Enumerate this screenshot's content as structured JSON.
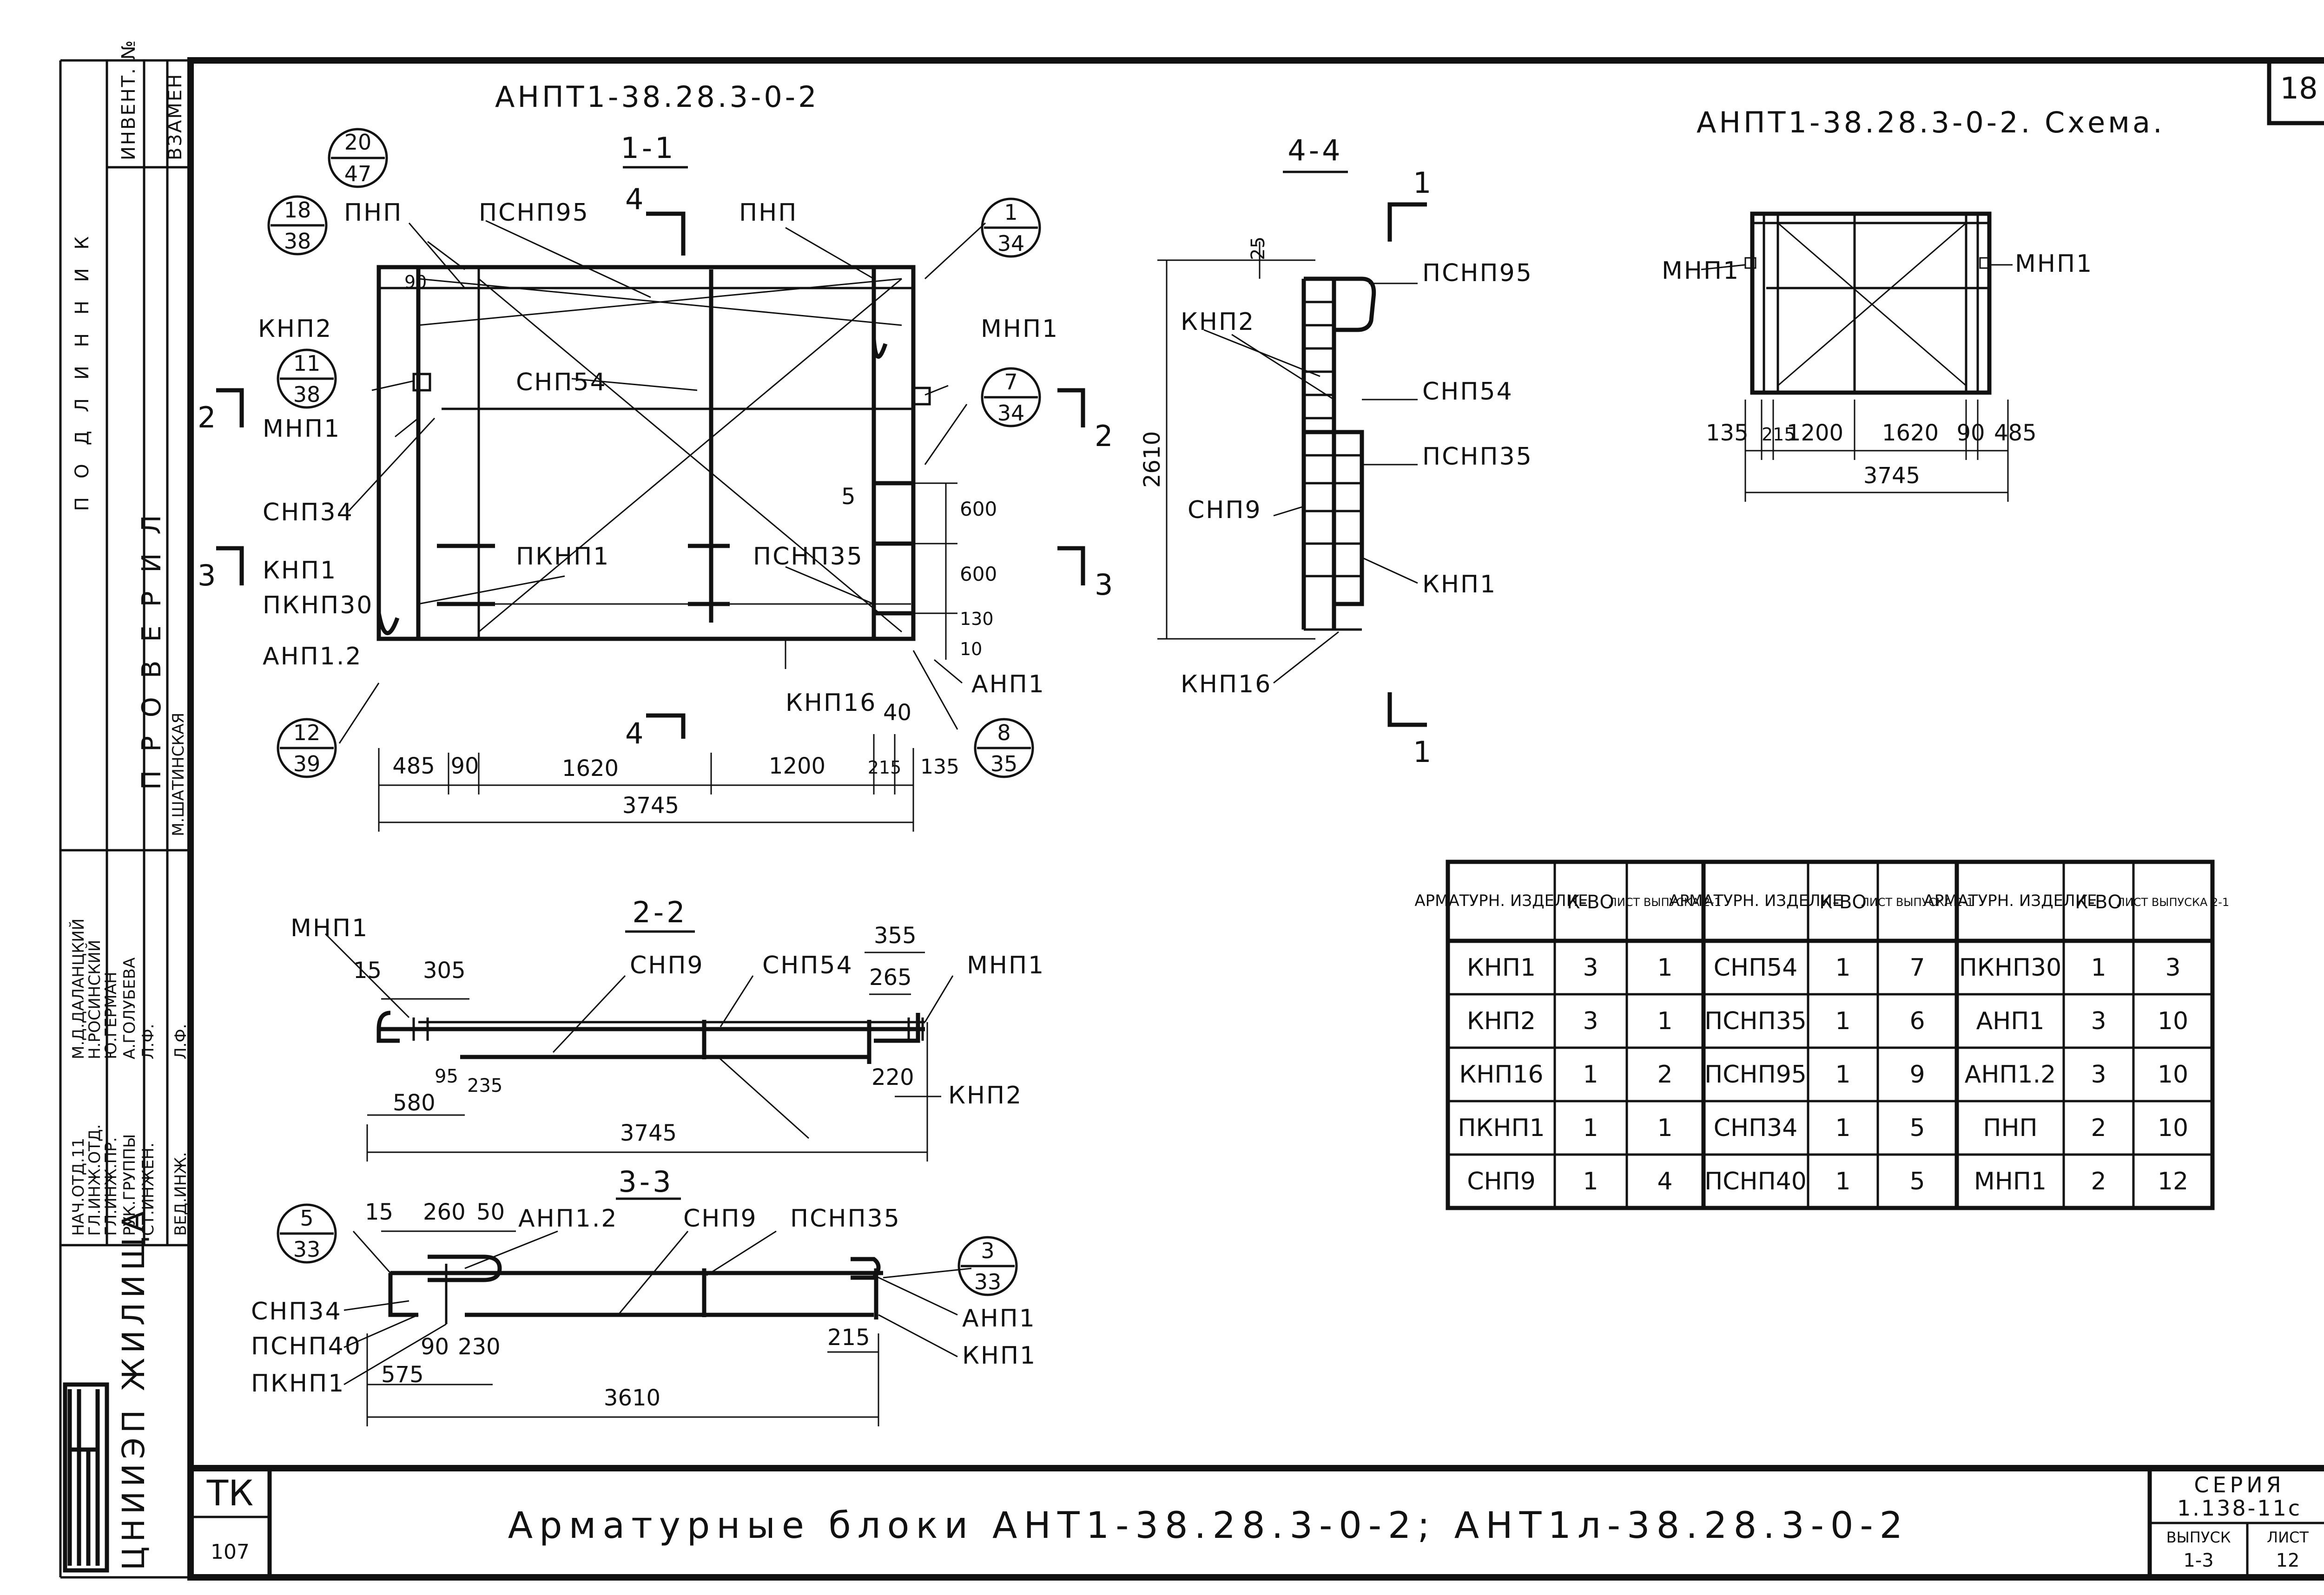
{
  "sheet": {
    "number": "18",
    "bottom_title": "Арматурные блоки АНТ1-38.28.3-0-2; АНТ1л-38.28.3-0-2",
    "tk": "ТК",
    "tk_sub": "107",
    "series_label": "СЕРИЯ",
    "series_value": "1.138-11с",
    "issue_label": "ВЫПУСК",
    "issue_value": "1-3",
    "page_label": "ЛИСТ",
    "page_value": "12"
  },
  "stamp": {
    "org": "ЦНИИЭП ЖИЛИЩА",
    "top_cells": [
      "ИНВЕНТ. №",
      "ВЗАМЕН"
    ],
    "top_misc": "ПОДЛИННИК",
    "checked": "ПРОВЕРИЛ",
    "checked_by": "М.ШАТИНСКАЯ",
    "roles": [
      {
        "role": "НАЧ.ОТД.11",
        "name": "М.Д.ДАЛАНЦКИЙ"
      },
      {
        "role": "ГЛ.ИНЖ.ОТД.",
        "name": "Н.РОСИНСКИЙ"
      },
      {
        "role": "ГЛ.ИНЖ.ПР.",
        "name": "Ю.ГЕРМАН"
      },
      {
        "role": "РУК.ГРУППЫ",
        "name": "А.ГОЛУБЕВА"
      },
      {
        "role": "СТ.ИНЖЕН.",
        "name": "Л.Ф."
      },
      {
        "role": "ВЕД.ИНЖ.",
        "name": "Л.Ф."
      }
    ]
  },
  "views": {
    "main": {
      "title": "АНПТ1-38.28.3-0-2",
      "section": "1-1",
      "dims": [
        "485",
        "90",
        "1620",
        "1200",
        "215",
        "135"
      ],
      "total": "3745",
      "extra_dims": [
        "90",
        "5",
        "600",
        "600",
        "130",
        "10",
        "40"
      ],
      "callouts": [
        {
          "top": "20",
          "bottom": "47"
        },
        {
          "top": "18",
          "bottom": "38"
        },
        {
          "top": "11",
          "bottom": "38"
        },
        {
          "top": "12",
          "bottom": "39"
        },
        {
          "top": "1",
          "bottom": "34"
        },
        {
          "top": "7",
          "bottom": "34"
        },
        {
          "top": "8",
          "bottom": "35"
        }
      ],
      "labels": [
        "ПНП",
        "ПСНП95",
        "ПНП",
        "КНП2",
        "МНП1",
        "СНП54",
        "МНП1",
        "СНП34",
        "ПКНП1",
        "ПСНП35",
        "КНП1",
        "ПКНП30",
        "АНП1.2",
        "КНП16",
        "АНП1"
      ],
      "cut_marks": [
        "4",
        "4",
        "2",
        "2",
        "3",
        "3"
      ]
    },
    "section44": {
      "title": "4-4",
      "dims": [
        "25",
        "2610"
      ],
      "labels": [
        "ПСНП95",
        "КНП2",
        "СНП54",
        "ПСНП35",
        "СНП9",
        "КНП1",
        "КНП16"
      ],
      "cut_marks": [
        "1",
        "1"
      ]
    },
    "scheme": {
      "title": "АНПТ1-38.28.3-0-2. Схема.",
      "labels": [
        "МНП1",
        "МНП1"
      ],
      "dims": [
        "135",
        "215",
        "1200",
        "1620",
        "90",
        "485"
      ],
      "total": "3745"
    },
    "section22": {
      "title": "2-2",
      "labels": [
        "МНП1",
        "СНП9",
        "СНП54",
        "МНП1",
        "КНП2"
      ],
      "dims": [
        "15",
        "305",
        "355",
        "265",
        "95",
        "235",
        "220",
        "580"
      ],
      "total": "3745"
    },
    "section33": {
      "title": "3-3",
      "callouts": [
        {
          "top": "5",
          "bottom": "33"
        },
        {
          "top": "3",
          "bottom": "33"
        }
      ],
      "labels": [
        "АНП1.2",
        "СНП9",
        "ПСНП35",
        "СНП34",
        "ПСНП40",
        "ПКНП1",
        "АНП1",
        "КНП1"
      ],
      "dims": [
        "15",
        "260",
        "50",
        "90",
        "230",
        "575",
        "215"
      ],
      "total": "3610"
    }
  },
  "spec_table": {
    "headers": [
      "АРМАТУРН. ИЗДЕЛИЕ",
      "К-ВО",
      "ЛИСТ ВЫПУСКА 2-1",
      "АРМАТУРН. ИЗДЕЛИЕ",
      "К-ВО",
      "ЛИСТ ВЫПУСКА 2-1",
      "АРМАТУРН. ИЗДЕЛИЕ",
      "К-ВО",
      "ЛИСТ ВЫПУСКА 2-1"
    ],
    "rows": [
      [
        "КНП1",
        "3",
        "1",
        "СНП54",
        "1",
        "7",
        "ПКНП30",
        "1",
        "3"
      ],
      [
        "КНП2",
        "3",
        "1",
        "ПСНП35",
        "1",
        "6",
        "АНП1",
        "3",
        "10"
      ],
      [
        "КНП16",
        "1",
        "2",
        "ПСНП95",
        "1",
        "9",
        "АНП1.2",
        "3",
        "10"
      ],
      [
        "ПКНП1",
        "1",
        "1",
        "СНП34",
        "1",
        "5",
        "ПНП",
        "2",
        "10"
      ],
      [
        "СНП9",
        "1",
        "4",
        "ПСНП40",
        "1",
        "5",
        "МНП1",
        "2",
        "12"
      ]
    ]
  }
}
